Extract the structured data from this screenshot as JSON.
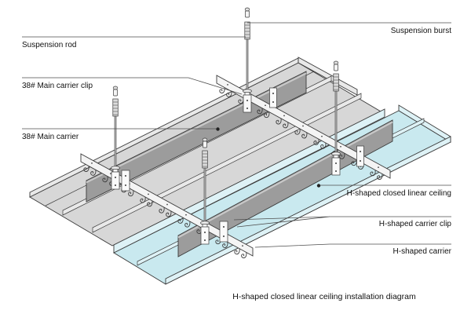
{
  "diagram": {
    "caption": "H-shaped closed linear ceiling installation diagram",
    "labels": {
      "suspension_burst": "Suspension burst",
      "suspension_rod": "Suspension rod",
      "main_carrier_clip": "38# Main carrier clip",
      "main_carrier": "38# Main carrier",
      "ceiling_panel": "H-shaped closed linear ceiling",
      "h_carrier_clip": "H-shaped carrier clip",
      "h_carrier": "H-shaped carrier"
    },
    "colors": {
      "panel_gray": "#d7d7d7",
      "panel_gray_light": "#e9e9e9",
      "panel_cyan": "#c9e9ef",
      "panel_cyan_light": "#def2f6",
      "carrier_dark": "#9c9c9c",
      "fitting_white": "#f4f4f4",
      "outline": "#3a3a3a",
      "leader": "#4d4d4d",
      "text": "#111111",
      "background": "#ffffff"
    }
  }
}
